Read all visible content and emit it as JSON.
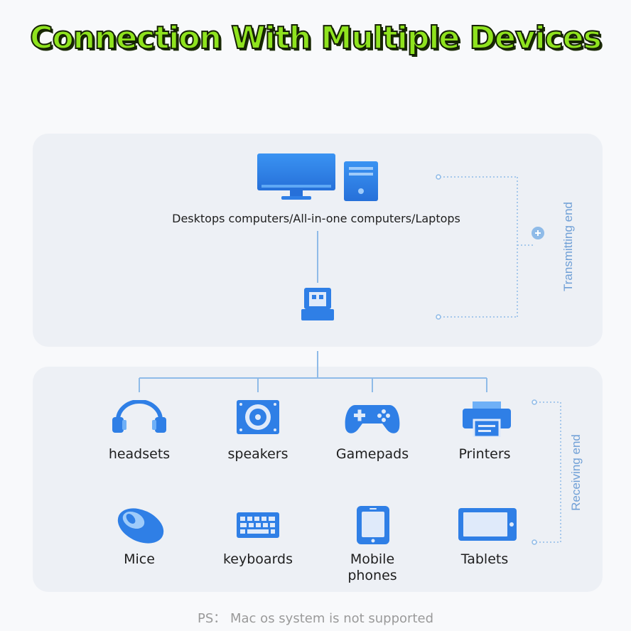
{
  "headline": "Connection With Multiple Devices",
  "transmit": {
    "source_label": "Desktops computers/All-in-one computers/Laptops",
    "side_label": "Transmitting end"
  },
  "receive": {
    "side_label": "Receiving end",
    "devices": [
      {
        "label": "headsets",
        "icon": "headset-icon"
      },
      {
        "label": "speakers",
        "icon": "speaker-icon"
      },
      {
        "label": "Gamepads",
        "icon": "gamepad-icon"
      },
      {
        "label": "Printers",
        "icon": "printer-icon"
      },
      {
        "label": "Mice",
        "icon": "mouse-icon"
      },
      {
        "label": "keyboards",
        "icon": "keyboard-icon"
      },
      {
        "label": "Mobile phones",
        "icon": "phone-icon"
      },
      {
        "label": "Tablets",
        "icon": "tablet-icon"
      }
    ]
  },
  "footnote": "PS： Mac os system is not supported",
  "colors": {
    "accent": "#2f7fe6",
    "headline_fill": "#8fe31e",
    "connector": "#8fbbe8"
  }
}
